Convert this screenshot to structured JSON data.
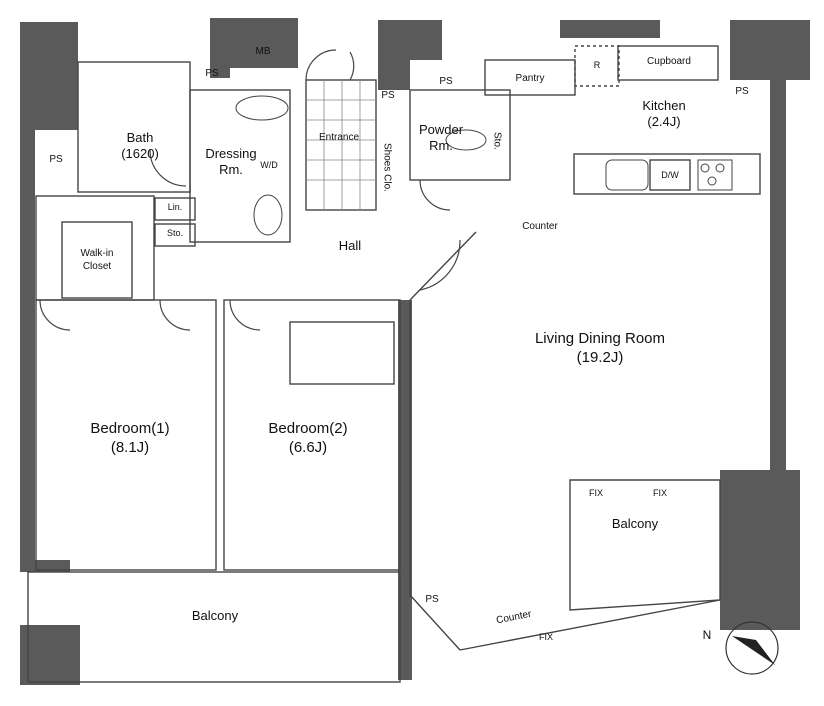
{
  "rooms": {
    "bath": {
      "name": "Bath",
      "size": "(1620)"
    },
    "dressing": {
      "name": "Dressing",
      "sub": "Rm."
    },
    "entrance": "Entrance",
    "shoes": "Shoes Clo.",
    "powder": {
      "name": "Powder",
      "sub": "Rm."
    },
    "pantry": "Pantry",
    "cupboard": "Cupboard",
    "kitchen": {
      "name": "Kitchen",
      "size": "(2.4J)"
    },
    "hall": "Hall",
    "walkin": {
      "line1": "Walk-in",
      "line2": "Closet"
    },
    "living": {
      "name": "Living Dining Room",
      "size": "(19.2J)"
    },
    "bedroom1": {
      "name": "Bedroom(1)",
      "size": "(8.1J)"
    },
    "bedroom2": {
      "name": "Bedroom(2)",
      "size": "(6.6J)"
    },
    "balcony_south": "Balcony",
    "balcony_east": "Balcony"
  },
  "fixtures": {
    "mb": "MB",
    "ps": "PS",
    "wd": "W/D",
    "lin": "Lin.",
    "sto": "Sto.",
    "refrigerator": "R",
    "dishwasher": "D/W",
    "counter": "Counter",
    "fix": "FIX"
  },
  "compass": {
    "label": "N"
  }
}
